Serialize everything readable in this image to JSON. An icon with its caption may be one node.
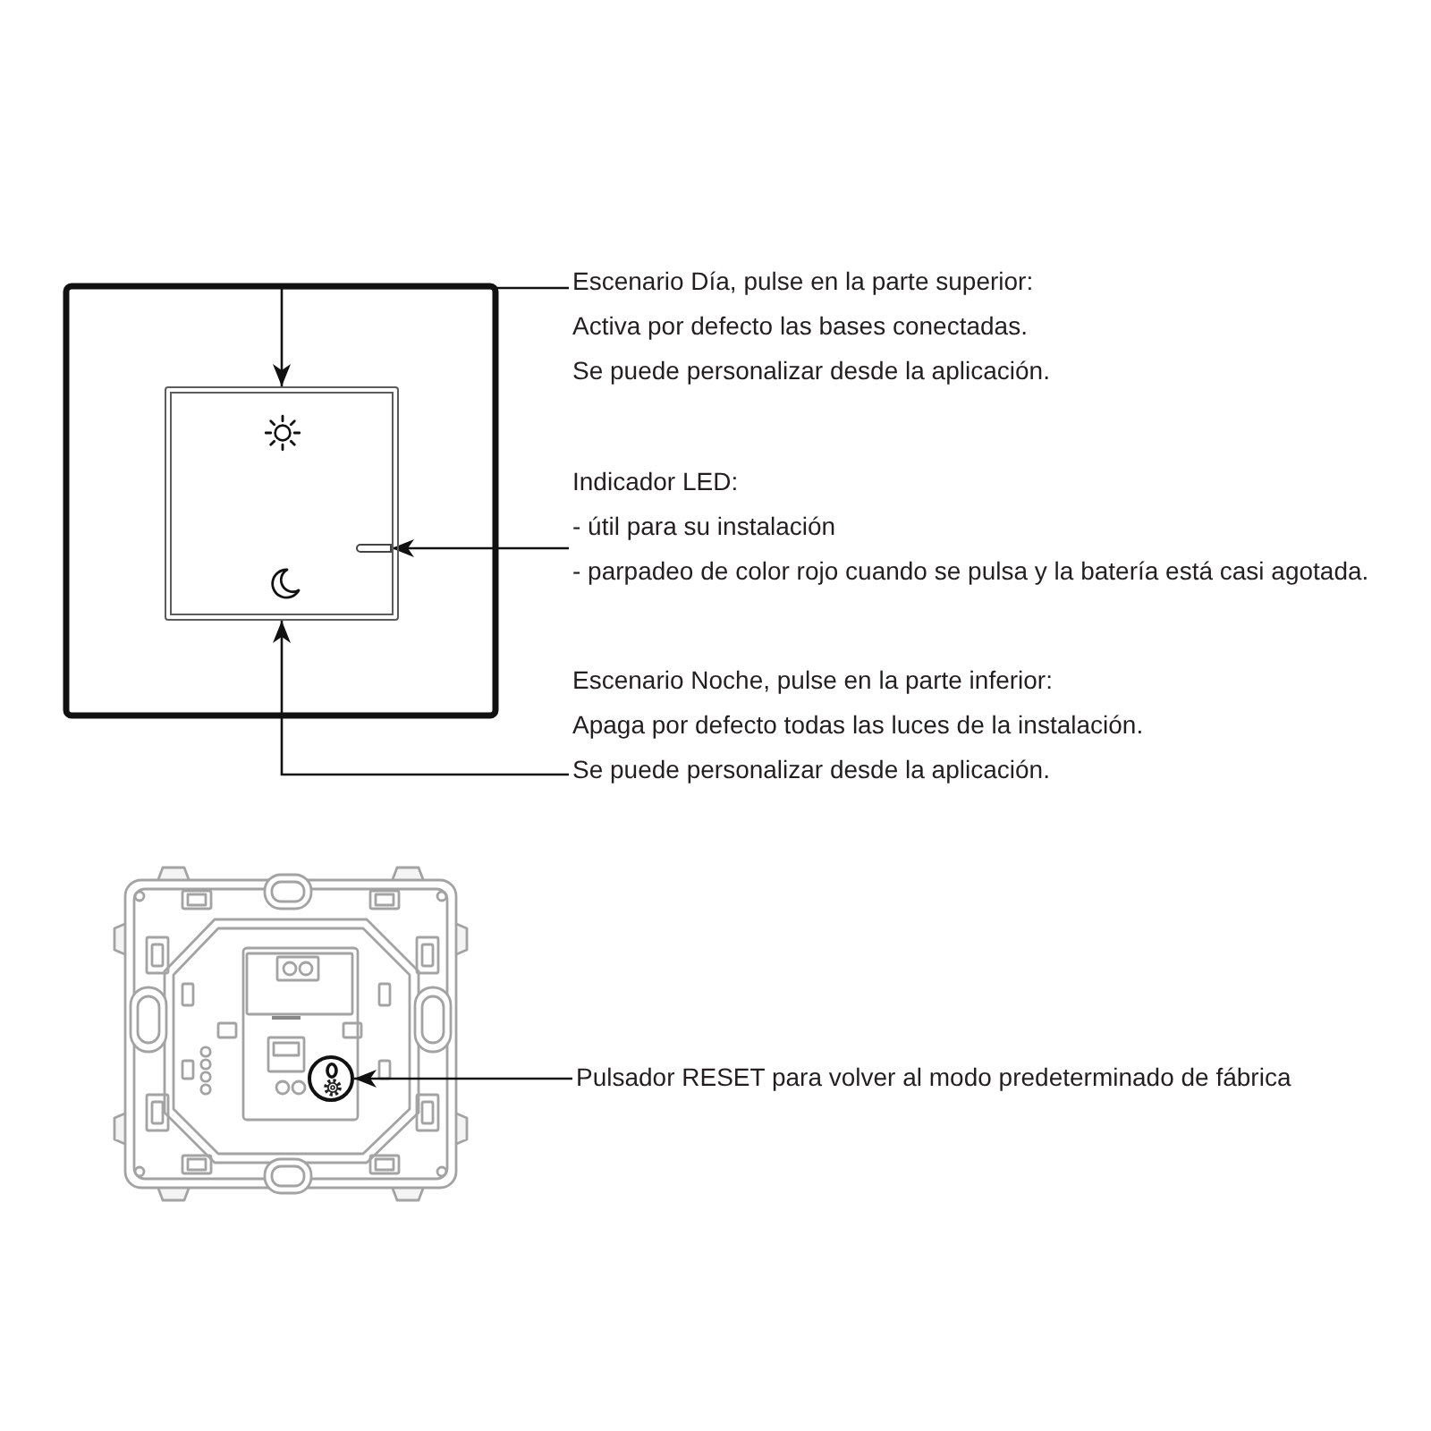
{
  "diagram": {
    "nodes": [
      {
        "text": [],
        "shape": "box"
      },
      {
        "text": [],
        "shape": "bar",
        "in": 0
      },
      {
        "text": [
          "Escenario Día, pulse en la parte superior:",
          "Activa por defecto las bases conectadas.",
          "Se puede personalizar desde la aplicación."
        ]
      },
      {
        "text": [
          "Indicador LED:",
          "- útil para su instalación",
          "- parpadeo de color rojo cuando se pulsa y la batería está casi agotada."
        ]
      },
      {
        "text": [
          "Escenario Noche, pulse en la parte inferior:",
          "Apaga por defecto todas las luces de la instalación.",
          "Se puede personalizar desde la aplicación."
        ]
      },
      {
        "text": [],
        "shape": "circle"
      },
      {
        "text": [
          "Pulsador RESET para volver al modo predeterminado de fábrica"
        ]
      }
    ],
    "edges": [
      {
        "from": 2,
        "to": 0,
        "arrow": "to"
      },
      {
        "from": 3,
        "to": 1,
        "arrow": "to"
      },
      {
        "from": 4,
        "to": 0,
        "arrow": "to"
      },
      {
        "from": 6,
        "to": 5,
        "arrow": "to"
      }
    ]
  }
}
